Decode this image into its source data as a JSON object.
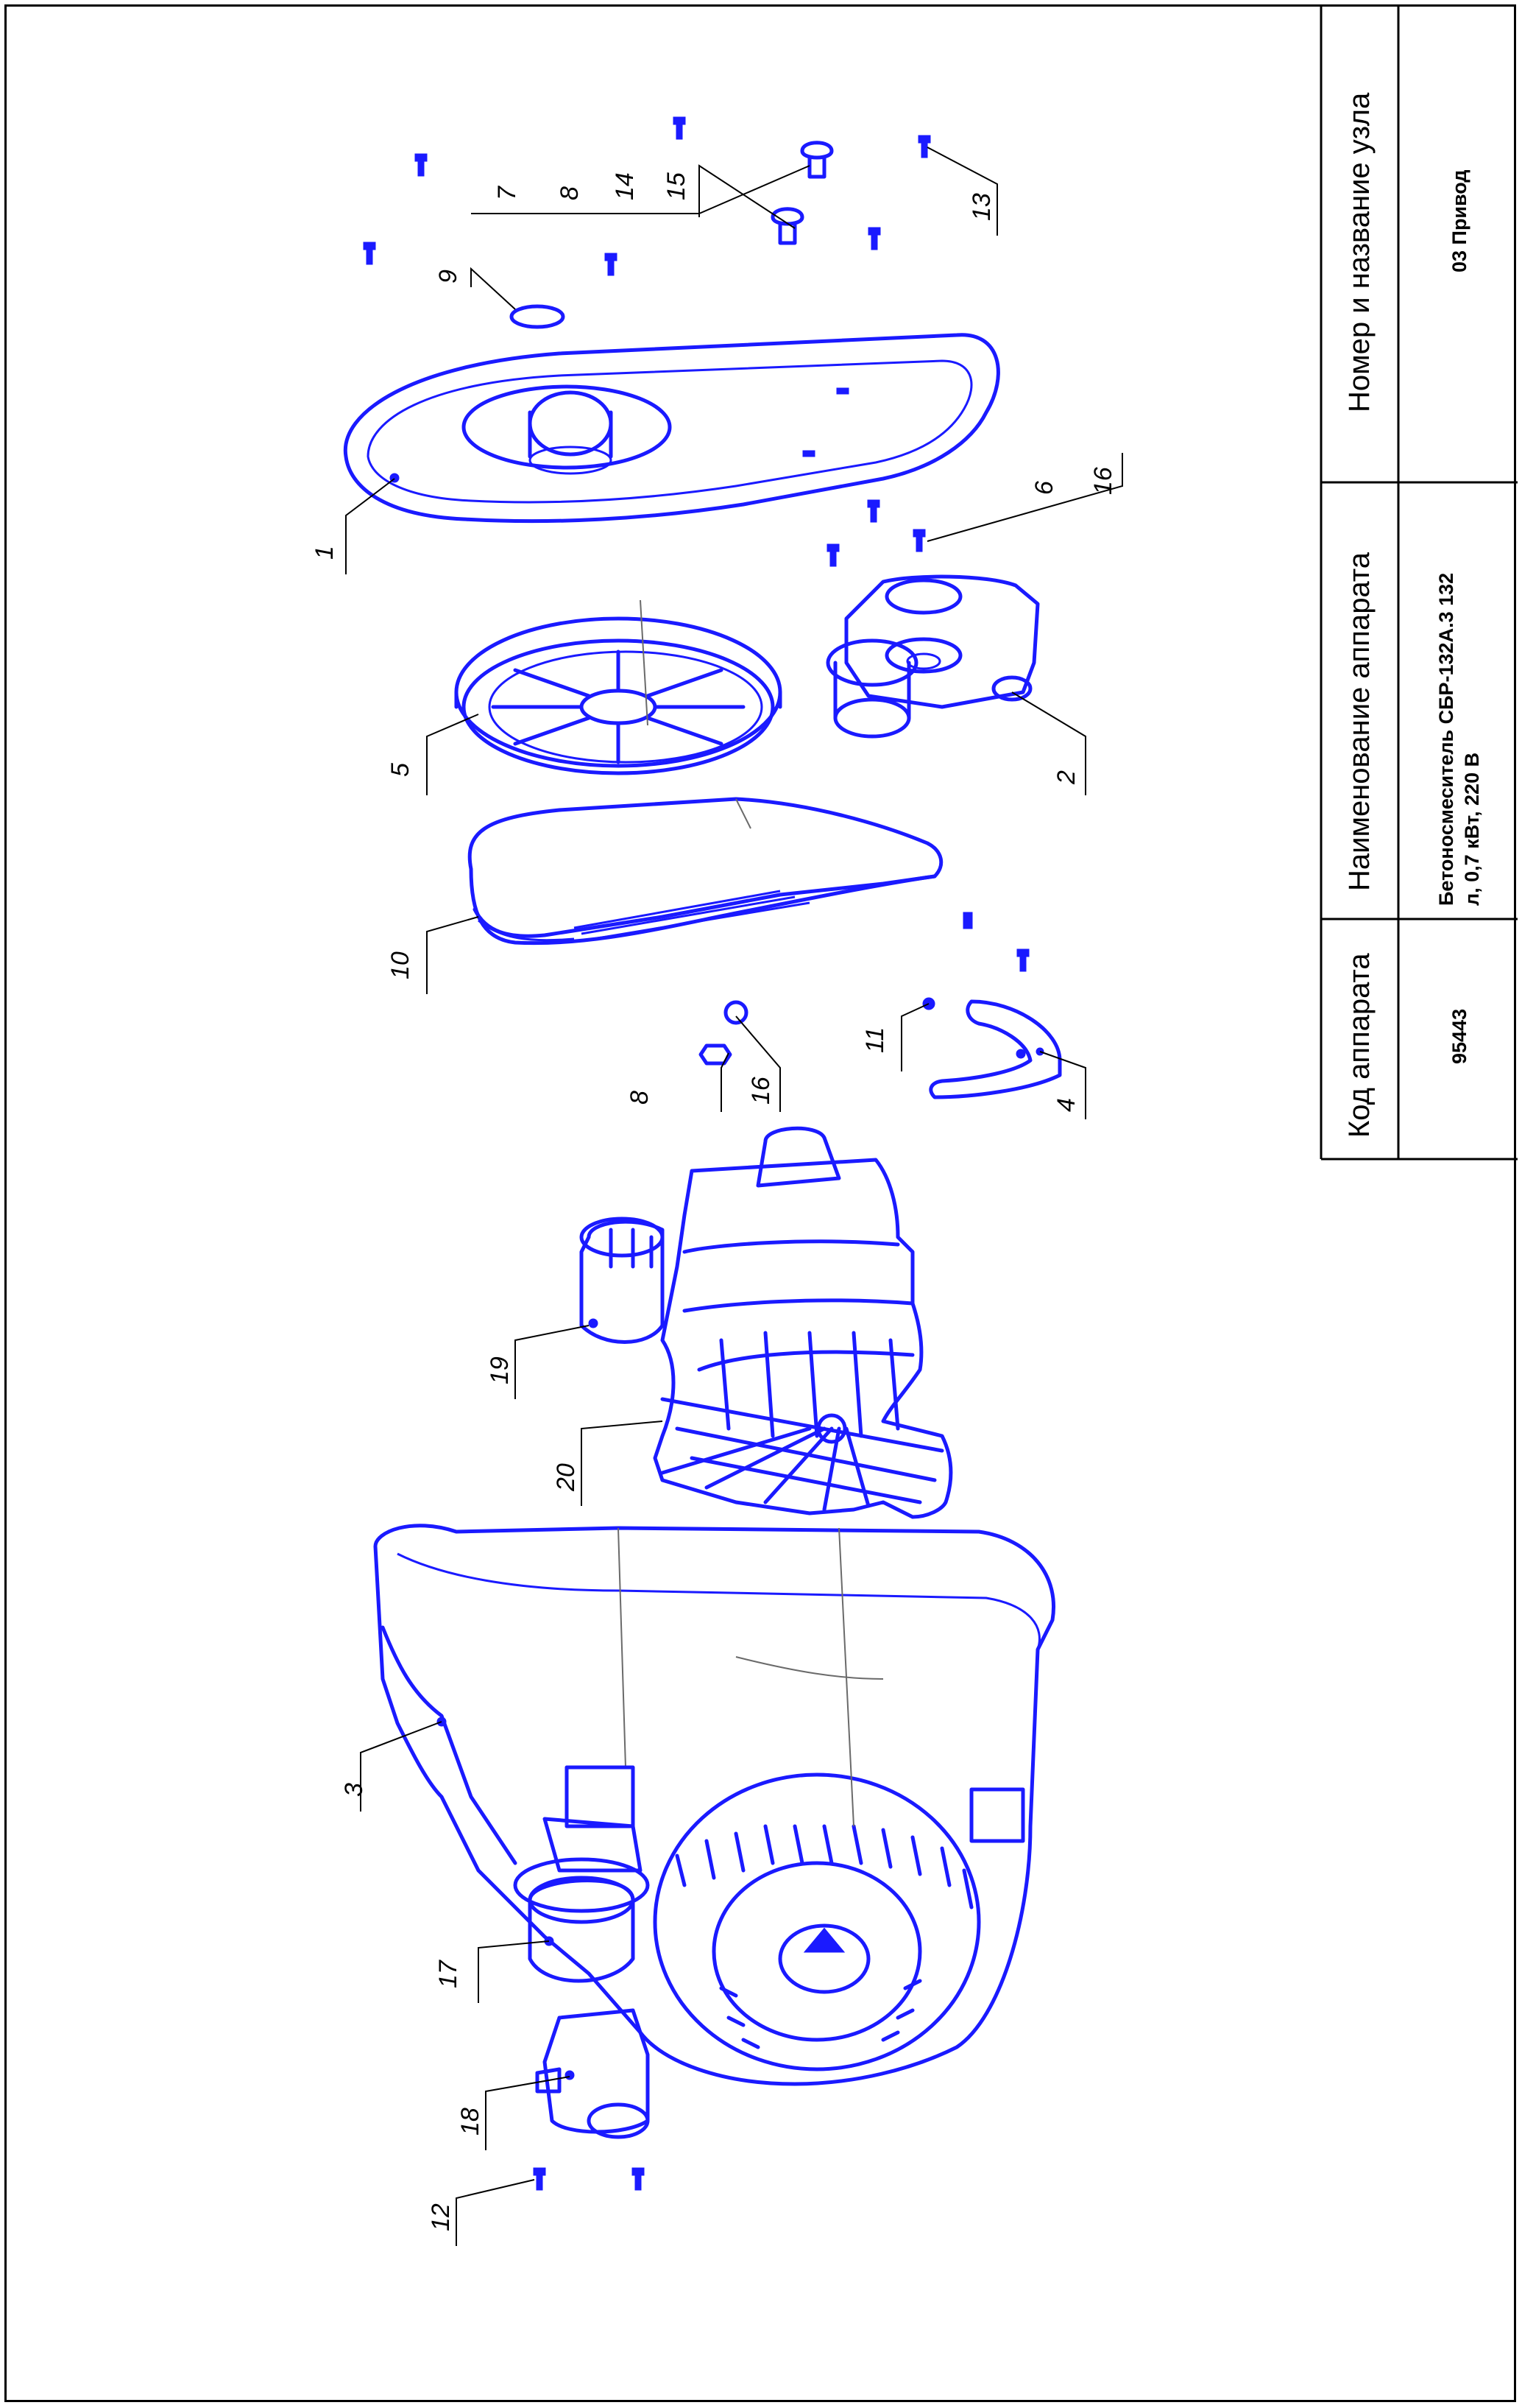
{
  "title_block": {
    "code_header": "Код аппарата",
    "code_value": "95443",
    "name_header": "Наименование аппарата",
    "name_value_line1": "Бетоносмеситель СБР-132А.3 132",
    "name_value_line2": "л, 0,7 кВт, 220 В",
    "unit_header": "Номер и название узла",
    "unit_value": "03 Привод"
  },
  "callouts": {
    "c1": "1",
    "c2": "2",
    "c3": "3",
    "c4": "4",
    "c5": "5",
    "c6": "6",
    "c7": "7",
    "c8a": "8",
    "c8b": "8",
    "c9": "9",
    "c10": "10",
    "c11": "11",
    "c12": "12",
    "c13": "13",
    "c14": "14",
    "c15": "15",
    "c16a": "16",
    "c16b": "16",
    "c17": "17",
    "c18": "18",
    "c19": "19",
    "c20": "20"
  },
  "colors": {
    "part_line": "#1a1aff",
    "frame": "#000000",
    "background": "#ffffff"
  }
}
